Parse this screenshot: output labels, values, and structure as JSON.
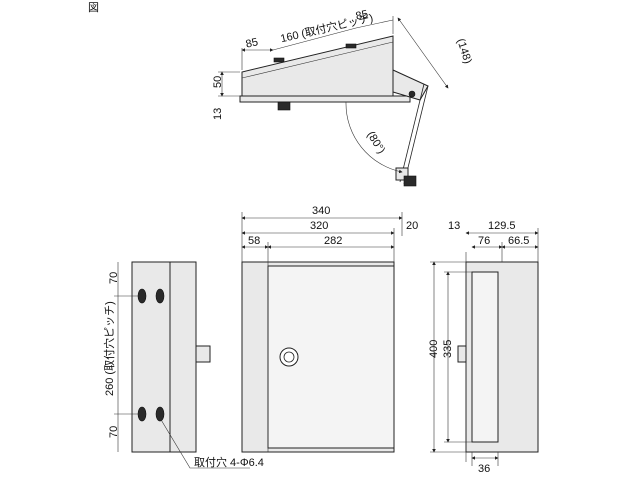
{
  "corner_mark": "図",
  "top_view": {
    "dim_left": "85",
    "dim_pitch": "160 (取付穴ピッチ)",
    "dim_right": "85",
    "dim_height": "50",
    "dim_base": "13",
    "dim_depth": "(148)",
    "dim_angle": "(80°)"
  },
  "front_view": {
    "dim_overall": "340",
    "dim_body": "320",
    "dim_hinge_gap": "20",
    "dim_offset": "58",
    "dim_door": "282"
  },
  "left_view": {
    "dim_top": "70",
    "dim_pitch": "260 (取付穴ピッチ)",
    "dim_bottom": "70",
    "hole_note": "取付穴 4-Φ6.4"
  },
  "side_view": {
    "dim_flange": "13",
    "dim_depth": "129.5",
    "dim_a": "76",
    "dim_b": "66.5",
    "dim_height": "400",
    "dim_inner": "335",
    "dim_bottom": "36"
  }
}
